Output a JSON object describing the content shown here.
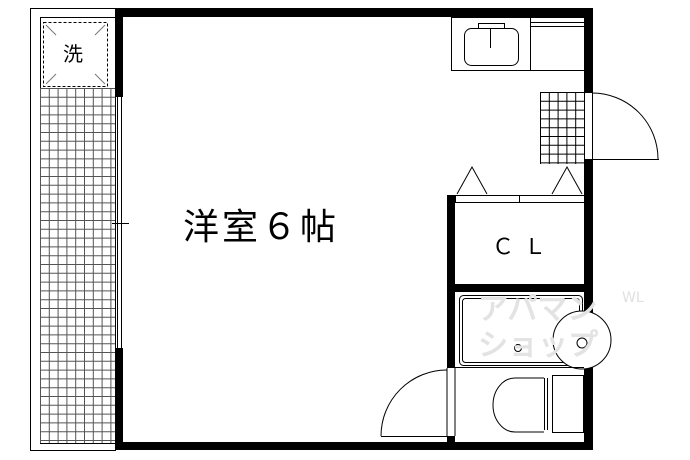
{
  "rooms": {
    "main_room": "洋室６帖",
    "closet": "ＣＬ",
    "washer": "洗"
  },
  "watermark": {
    "line1": "アパマン",
    "line2": "ショップ",
    "suffix": "WL"
  }
}
